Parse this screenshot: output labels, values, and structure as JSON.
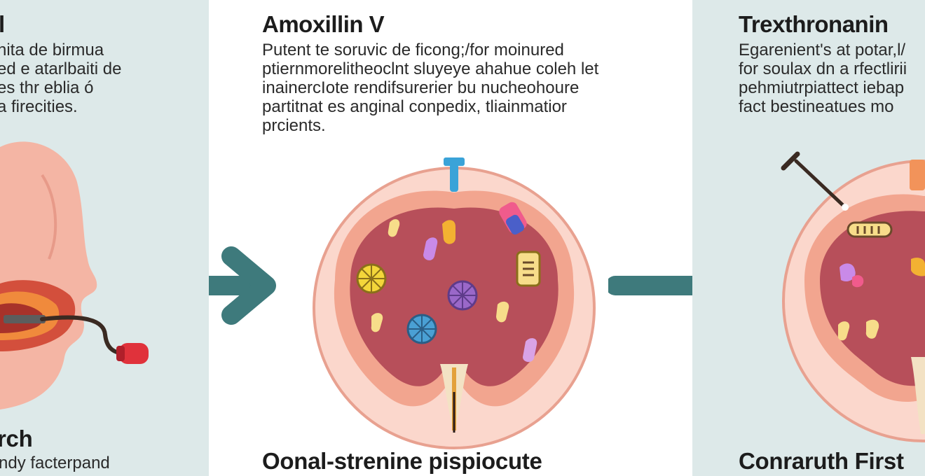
{
  "left_panel": {
    "title": "l",
    "lines": [
      "nita de birmua",
      "ed e atarlbaiti de",
      "es thr eblia ó",
      "a firecities."
    ],
    "footer_title": "rch",
    "footer_sub": "ndy facterpand"
  },
  "middle_panel": {
    "title": "Amoxillin V",
    "lines": [
      "Putent te soruvic de ficong;/for moinured",
      "ptiernmorelitheoclnt sluyeye ahahue coleh let",
      "inainercIote rendifsurerier bu nucheohoure",
      "partitnat es anginal conpedix, tliainmatior",
      "prcients."
    ],
    "footer_title": "Oonal-strenine pispiocute"
  },
  "right_panel": {
    "title": "Trexthronanin",
    "lines": [
      "Egarenient's at potar,l/",
      "for soulax dn a rfectlirii",
      "pehmiutrpiattect iebap",
      "fact bestineatues mo"
    ],
    "footer_title": "Conraruth First"
  },
  "colors": {
    "panel_bg": "#dde9e9",
    "arrow": "#3e7a7c",
    "tissue_dark": "#b74f5a",
    "tissue_ring": "#f2a58f",
    "skin": "#f4b5a4"
  },
  "icons": [
    "head-profile-icon",
    "endoscope-icon",
    "arrow-right-icon",
    "stomach-cross-section-icon",
    "bacteria-icon",
    "capsule-icon",
    "pill-icon",
    "probe-icon"
  ]
}
